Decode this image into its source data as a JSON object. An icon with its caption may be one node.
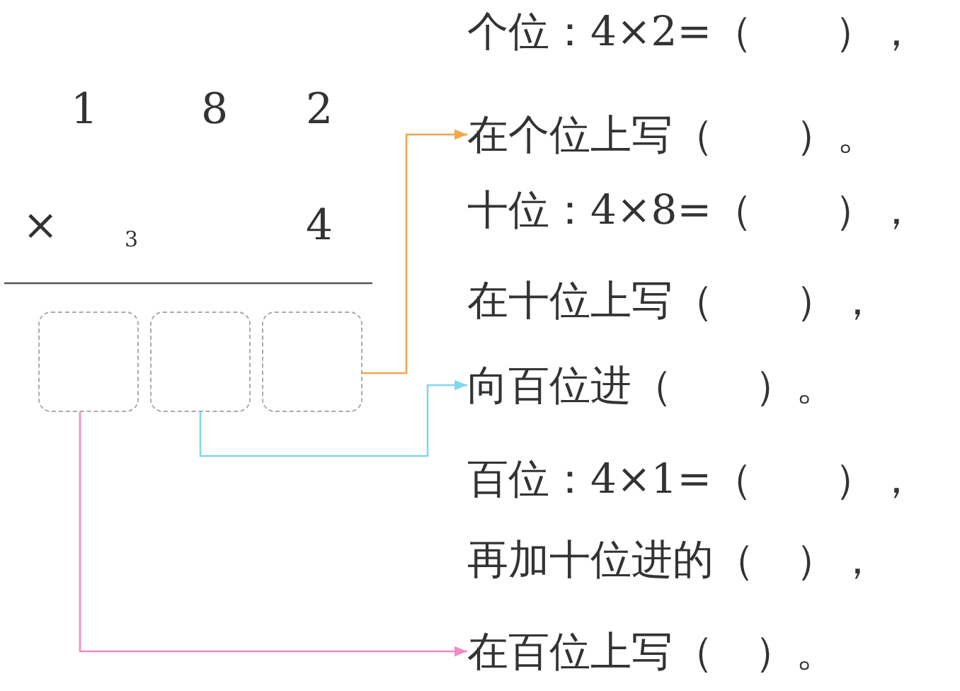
{
  "diagram": {
    "nodes": [
      {
        "text": [],
        "shape": "box"
      },
      {
        "text": [],
        "shape": "box"
      },
      {
        "text": [],
        "shape": "box"
      },
      {
        "text": [
          "在个位上写（　　）。"
        ]
      },
      {
        "text": [
          "向百位进（　　）。"
        ]
      },
      {
        "text": [
          "在百位上写（　）。"
        ]
      }
    ],
    "edges": [
      {
        "from": 2,
        "to": 3,
        "arrow": "to",
        "color": "#f5a54a"
      },
      {
        "from": 1,
        "to": 4,
        "arrow": "to",
        "color": "#7fd8ee"
      },
      {
        "from": 0,
        "to": 5,
        "arrow": "to",
        "color": "#ee8cc4"
      }
    ],
    "labels": [
      "1",
      "8",
      "2",
      "×",
      "3",
      "4",
      "个位：4×2=（　　），",
      "十位：4×8=（　　），",
      "在十位上写（　　），",
      "百位：4×1=（　　），",
      "再加十位进的（　），"
    ]
  }
}
